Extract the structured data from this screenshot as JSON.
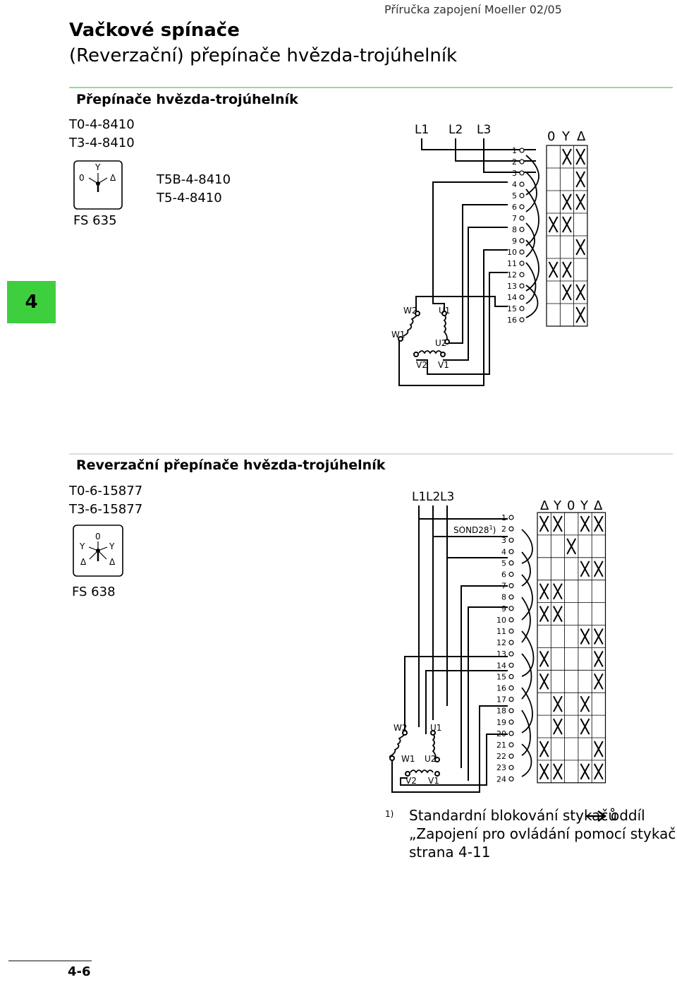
{
  "header": {
    "title": "Vačkové spínače",
    "subtitle": "(Reverzační) přepínače hvězda-trojúhelník",
    "manual": "Příručka zapojení Moeller 02/05"
  },
  "chapter_tab": "4",
  "section1": {
    "heading": "Přepínače hvězda-trojúhelník",
    "models_a": [
      "T0-4-8410",
      "T3-4-8410"
    ],
    "models_b": [
      "T5B-4-8410",
      "T5-4-8410"
    ],
    "front_plate": "FS 635",
    "dial_labels": {
      "zero": "0",
      "star": "Y",
      "delta": "Δ"
    },
    "phases": [
      "L1",
      "L2",
      "L3"
    ],
    "positions": [
      "0",
      "Y",
      "Δ"
    ],
    "contacts": [
      "1",
      "2",
      "3",
      "4",
      "5",
      "6",
      "7",
      "8",
      "9",
      "10",
      "11",
      "12",
      "13",
      "14",
      "15",
      "16"
    ],
    "windings": {
      "w2": "W2",
      "u1": "U1",
      "w1": "W1",
      "u2": "U2",
      "v2": "V2",
      "v1": "V1"
    }
  },
  "section2": {
    "heading": "Reverzační přepínače hvězda-trojúhelník",
    "models": [
      "T0-6-15877",
      "T3-6-15877"
    ],
    "front_plate": "FS 638",
    "dial_labels": {
      "zero": "0",
      "star_l": "Y",
      "star_r": "Y",
      "delta_l": "Δ",
      "delta_r": "Δ"
    },
    "phases": [
      "L1",
      "L2",
      "L3"
    ],
    "sond": "SOND28",
    "sond_sup": "1",
    "positions": [
      "Δ",
      "Y",
      "0",
      "Y",
      "Δ"
    ],
    "contacts": [
      "1",
      "2",
      "3",
      "4",
      "5",
      "6",
      "7",
      "8",
      "9",
      "10",
      "11",
      "12",
      "13",
      "14",
      "15",
      "16",
      "17",
      "18",
      "19",
      "20",
      "21",
      "22",
      "23",
      "24"
    ],
    "windings": {
      "w2": "W2",
      "u1": "U1",
      "w1": "W1",
      "u2": "U2",
      "v2": "V2",
      "v1": "V1"
    }
  },
  "footnote": {
    "ref": "1)",
    "line1_a": "Standardní blokování stykačů",
    "line1_b": "oddíl",
    "line2": "„Zapojení pro ovládání pomocí stykačů“,",
    "line3": "strana 4-11"
  },
  "page_number": "4-6",
  "colors": {
    "accent_green": "#3ecf3e",
    "rule_green": "#8fe08f",
    "rule_grey": "#bbbbbb"
  }
}
